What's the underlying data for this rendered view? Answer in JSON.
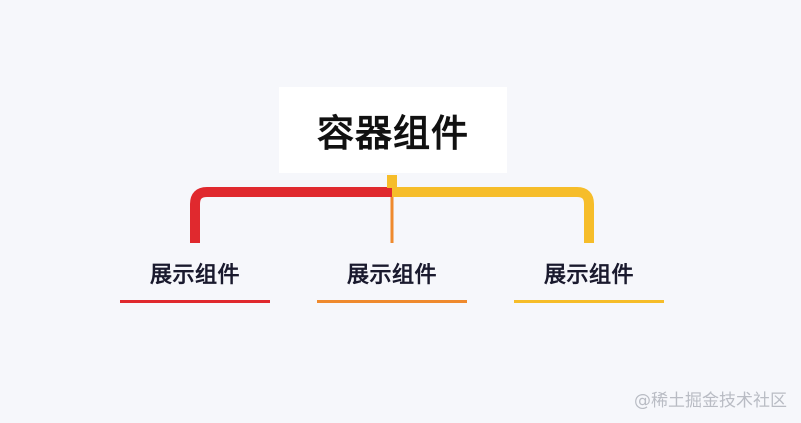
{
  "root": {
    "label": "容器组件"
  },
  "children": [
    {
      "label": "展示组件",
      "color": "#e0292e"
    },
    {
      "label": "展示组件",
      "color": "#ef8a2e"
    },
    {
      "label": "展示组件",
      "color": "#f6bd2a"
    }
  ],
  "colors": {
    "background": "#f6f7fb",
    "left_branch": "#e0292e",
    "center_branch": "#ef8a2e",
    "right_branch": "#f6bd2a",
    "stem": "#f6bd2a"
  },
  "watermark": "@稀土掘金技术社区"
}
